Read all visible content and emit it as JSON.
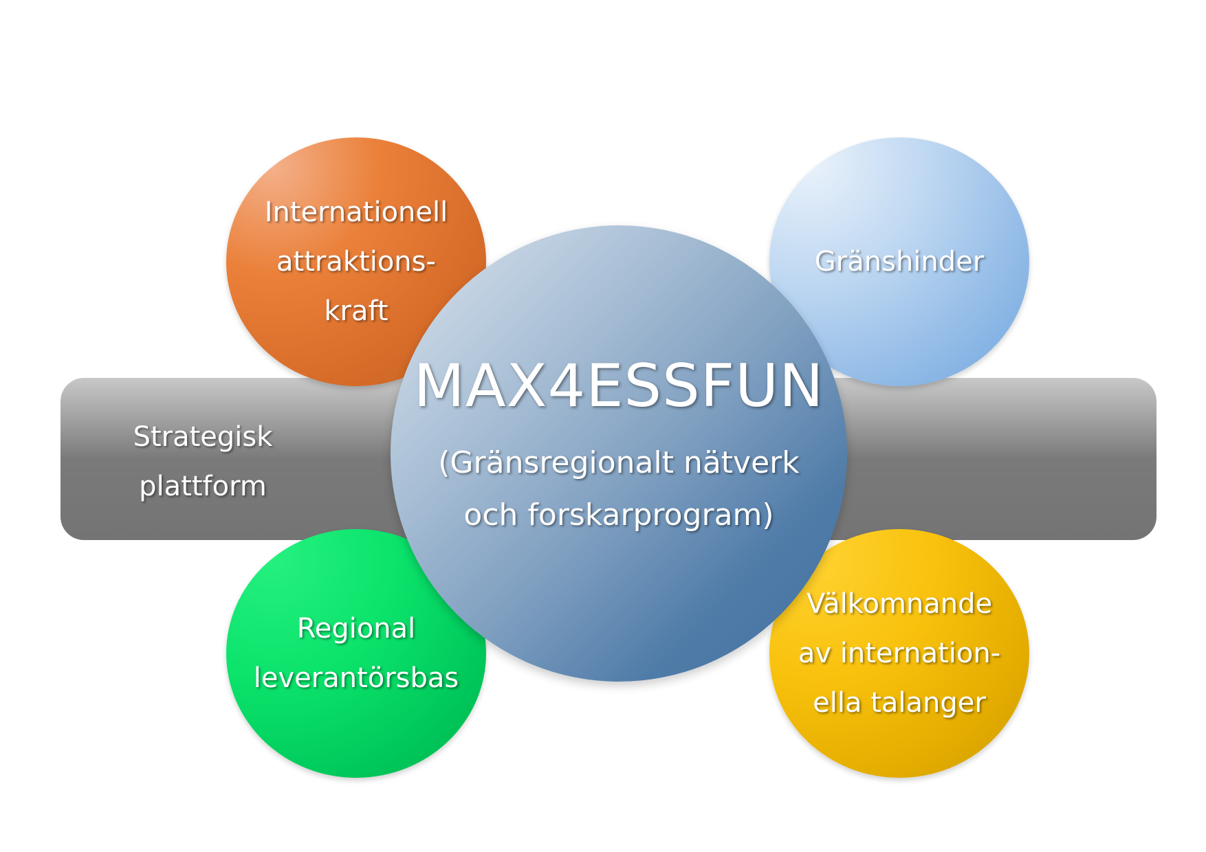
{
  "diagram": {
    "bar_label": "Strategisk\nplattform",
    "center": {
      "title": "MAX4ESSFUN",
      "subtitle": "(Gränsregionalt nätverk\noch forskarprogram)"
    },
    "bubbles": [
      {
        "label": "Internationell\nattraktions-\nkraft",
        "color": "#e87a35"
      },
      {
        "label": "Gränshinder",
        "color": "#8cb8e6"
      },
      {
        "label": "Regional\nleverantörsbas",
        "color": "#00d862"
      },
      {
        "label": "Välkomnande\nav internation-\nella talanger",
        "color": "#f2b800"
      }
    ],
    "colors": {
      "center": "#6d92b8",
      "bar": "#7a7a7a"
    }
  }
}
